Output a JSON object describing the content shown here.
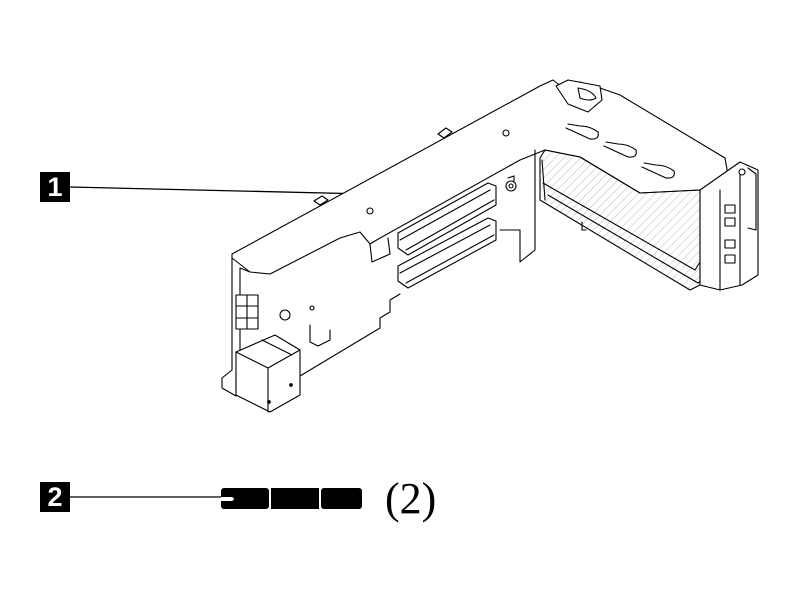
{
  "callouts": [
    {
      "number": "1",
      "part": "riser-cage-assembly"
    },
    {
      "number": "2",
      "part": "label-strip",
      "quantity_label": "(2)"
    }
  ],
  "colors": {
    "line": "#000000",
    "background": "#ffffff",
    "badge_fill": "#000000",
    "badge_text": "#ffffff",
    "hatch": "#bbbbbb"
  }
}
